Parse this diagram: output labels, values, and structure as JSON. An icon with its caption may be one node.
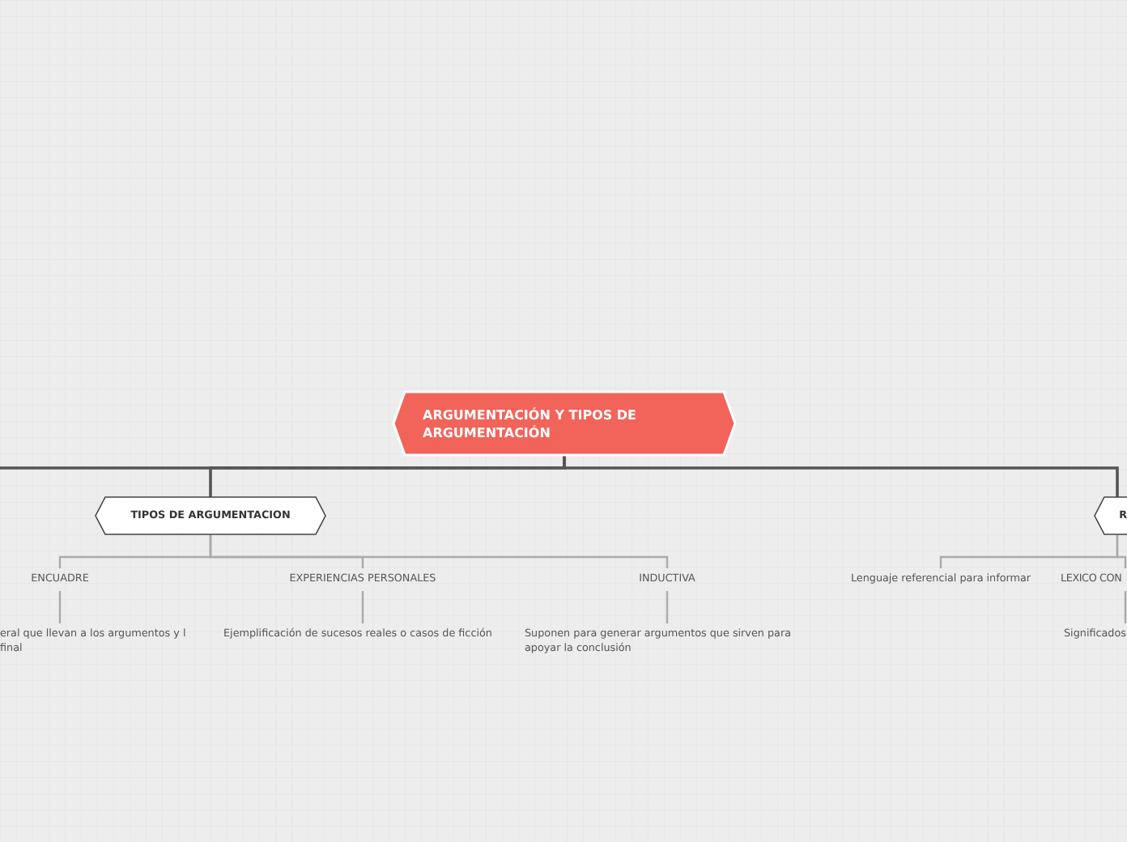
{
  "diagram": {
    "nodes": [
      {
        "text": [
          "ARGUMENTACIÓN Y TIPOS DE ARGUMENTACIÓN"
        ]
      },
      {
        "text": [
          "TIPOS DE ARGUMENTACION"
        ]
      },
      {
        "text": [
          "R"
        ]
      },
      {
        "text": [
          "ENCUADRE"
        ]
      },
      {
        "text": [
          "EXPERIENCIAS PERSONALES"
        ]
      },
      {
        "text": [
          "INDUCTIVA"
        ]
      },
      {
        "text": [
          "eral que llevan a los argumentos y l final"
        ]
      },
      {
        "text": [
          "Ejemplificación de sucesos reales o casos de ficción"
        ]
      },
      {
        "text": [
          "Suponen para generar argumentos que sirven para apoyar la conclusión"
        ]
      },
      {
        "text": [
          "Lenguaje referencial para informar"
        ]
      },
      {
        "text": [
          "LEXICO CON"
        ]
      },
      {
        "text": [
          "Significados"
        ]
      }
    ],
    "edges": [
      {
        "from": 0,
        "to": null,
        "arrow": "none",
        "color": "#555555"
      },
      {
        "from": 0,
        "to": 1,
        "arrow": "none",
        "color": "#555555"
      },
      {
        "from": 0,
        "to": 2,
        "arrow": "none",
        "color": "#555555"
      },
      {
        "from": 1,
        "to": 3,
        "arrow": "none"
      },
      {
        "from": 1,
        "to": 4,
        "arrow": "none"
      },
      {
        "from": 1,
        "to": 5,
        "arrow": "none"
      },
      {
        "from": 3,
        "to": 6,
        "arrow": "none"
      },
      {
        "from": 4,
        "to": 7,
        "arrow": "none"
      },
      {
        "from": 5,
        "to": 8,
        "arrow": "none"
      },
      {
        "from": 2,
        "to": 9,
        "arrow": "none"
      },
      {
        "from": 2,
        "to": 10,
        "arrow": "none"
      },
      {
        "from": 10,
        "to": 11,
        "arrow": "none"
      }
    ]
  }
}
